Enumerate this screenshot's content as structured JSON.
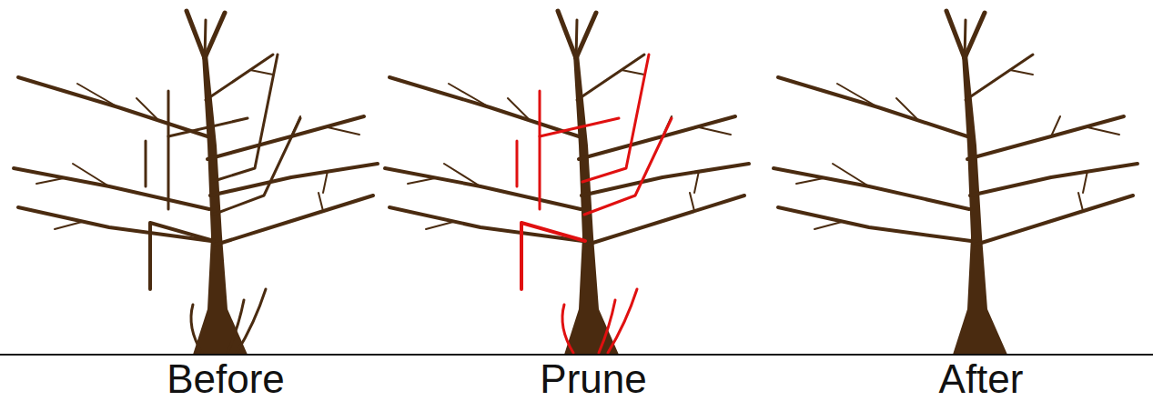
{
  "diagram": {
    "labels": [
      "Before",
      "Prune",
      "After"
    ]
  }
}
